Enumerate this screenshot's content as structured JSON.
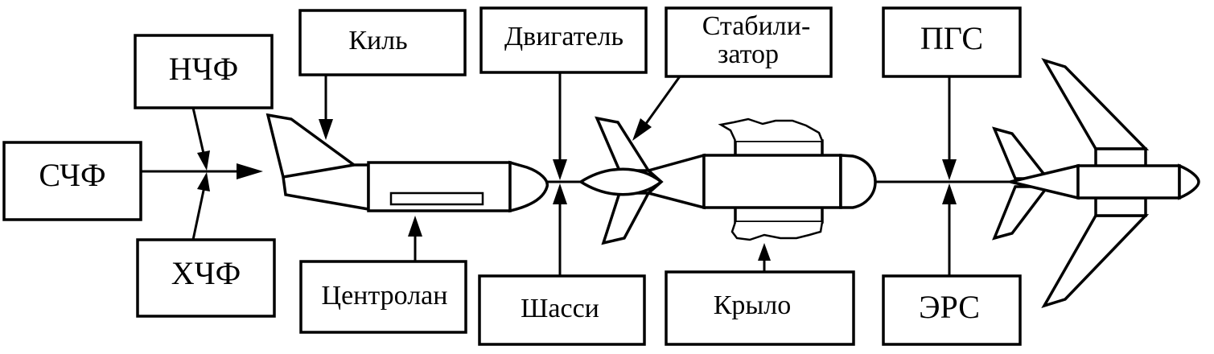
{
  "boxes": {
    "schf": "СЧФ",
    "nchf": "НЧФ",
    "khchf": "ХЧФ",
    "kil": "Киль",
    "centrolan": "Центролан",
    "dvigatel": "Двигатель",
    "shassi": "Шасси",
    "stabilizator_line1": "Стабили-",
    "stabilizator_line2": "затор",
    "krylo": "Крыло",
    "pgs": "ПГС",
    "ers": "ЭРС"
  },
  "colors": {
    "stroke": "#000000",
    "background": "#ffffff"
  }
}
